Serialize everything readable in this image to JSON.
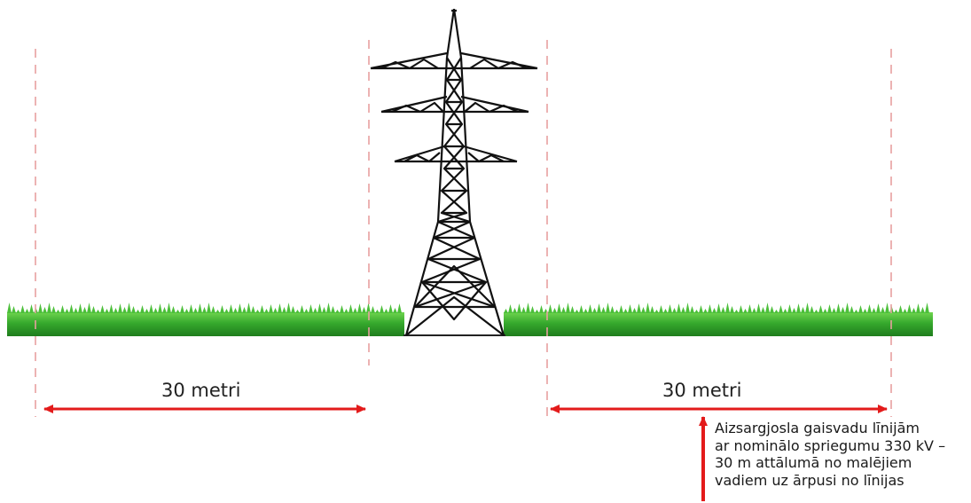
{
  "left_distance_label": "30 metri",
  "right_distance_label": "30 metri",
  "note_lines": [
    "Aizsargjosla gaisvadu līnijām",
    "ar nominālo spriegumu 330 kV –",
    "30 m attālumā no malējiem",
    "vadiem uz ārpusi no līnijas"
  ],
  "colors": {
    "boundary_line": "#e8a0a0",
    "arrow": "#e31b1b",
    "grass": "#2e9e28",
    "grass_light": "#5cc843",
    "tower": "#111111",
    "ground_line": "#222222"
  }
}
